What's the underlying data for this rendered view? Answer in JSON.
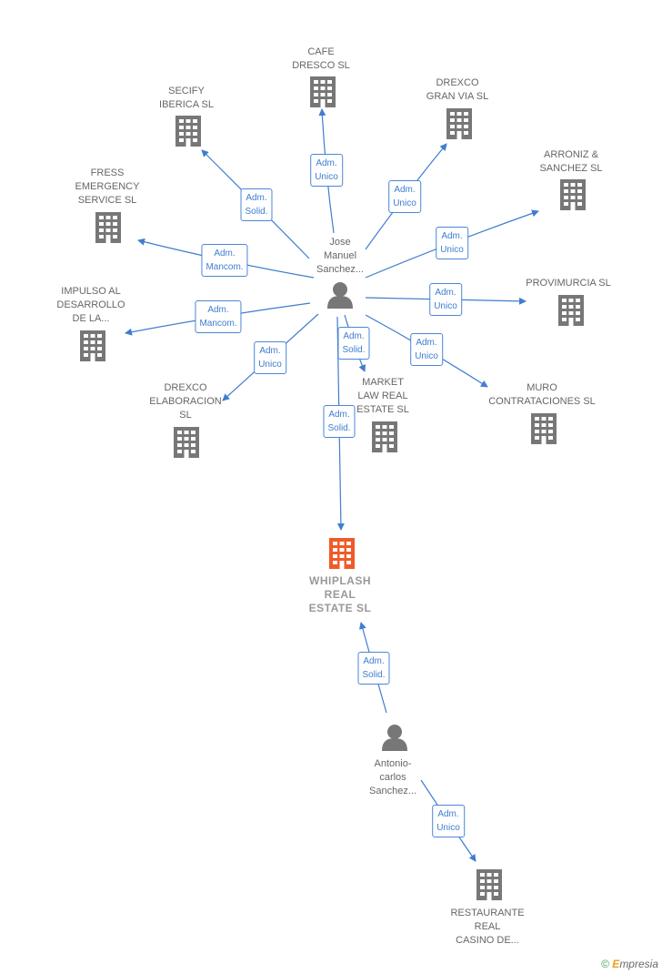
{
  "colors": {
    "edge": "#3f7dcf",
    "company": "#777777",
    "main_company": "#f05a28",
    "person": "#777777"
  },
  "persons": [
    {
      "id": "jose",
      "label": "Jose\nManuel\nSanchez...",
      "icon": "person-icon"
    },
    {
      "id": "antonio",
      "label": "Antonio-\ncarlos\nSanchez...",
      "icon": "person-icon"
    }
  ],
  "companies": [
    {
      "id": "whiplash",
      "label": "WHIPLASH\nREAL\nESTATE  SL",
      "main": true,
      "icon": "building-icon"
    },
    {
      "id": "cafe",
      "label": "CAFE\nDRESCO  SL",
      "icon": "building-icon"
    },
    {
      "id": "secify",
      "label": "SECIFY\nIBERICA  SL",
      "icon": "building-icon"
    },
    {
      "id": "drexco_gv",
      "label": "DREXCO\nGRAN VIA  SL",
      "icon": "building-icon"
    },
    {
      "id": "arroniz",
      "label": "ARRONIZ &\nSANCHEZ SL",
      "icon": "building-icon"
    },
    {
      "id": "fress",
      "label": "FRESS\nEMERGENCY\nSERVICE SL",
      "icon": "building-icon"
    },
    {
      "id": "provimurcia",
      "label": "PROVIMURCIA SL",
      "icon": "building-icon"
    },
    {
      "id": "impulso",
      "label": "IMPULSO AL\nDESARROLLO\nDE LA...",
      "icon": "building-icon"
    },
    {
      "id": "muro",
      "label": "MURO\nCONTRATACIONES SL",
      "icon": "building-icon"
    },
    {
      "id": "drexco_el",
      "label": "DREXCO\nELABORACION\nSL",
      "icon": "building-icon"
    },
    {
      "id": "market",
      "label": "MARKET\nLAW REAL\nESTATE  SL",
      "icon": "building-icon"
    },
    {
      "id": "restaurante",
      "label": "RESTAURANTE\nREAL\nCASINO DE...",
      "icon": "building-icon"
    }
  ],
  "relations": [
    {
      "from": "jose",
      "to": "cafe",
      "role": "Adm.\nUnico"
    },
    {
      "from": "jose",
      "to": "secify",
      "role": "Adm.\nSolid."
    },
    {
      "from": "jose",
      "to": "drexco_gv",
      "role": "Adm.\nUnico"
    },
    {
      "from": "jose",
      "to": "arroniz",
      "role": "Adm.\nUnico"
    },
    {
      "from": "jose",
      "to": "fress",
      "role": "Adm.\nMancom."
    },
    {
      "from": "jose",
      "to": "provimurcia",
      "role": "Adm.\nUnico"
    },
    {
      "from": "jose",
      "to": "impulso",
      "role": "Adm.\nMancom."
    },
    {
      "from": "jose",
      "to": "muro",
      "role": "Adm.\nUnico"
    },
    {
      "from": "jose",
      "to": "drexco_el",
      "role": "Adm.\nUnico"
    },
    {
      "from": "jose",
      "to": "market",
      "role": "Adm.\nSolid."
    },
    {
      "from": "jose",
      "to": "whiplash",
      "role": "Adm.\nSolid."
    },
    {
      "from": "antonio",
      "to": "whiplash",
      "role": "Adm.\nSolid."
    },
    {
      "from": "antonio",
      "to": "restaurante",
      "role": "Adm.\nUnico"
    }
  ],
  "footer": {
    "copyright": "©",
    "brand_initial": "E",
    "brand_rest": "mpresia"
  }
}
